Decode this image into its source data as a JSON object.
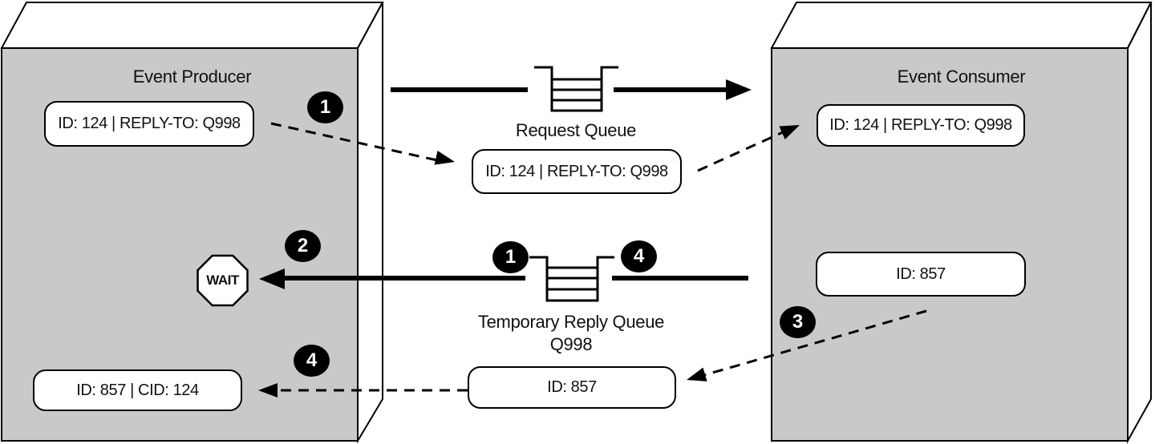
{
  "producer": {
    "title": "Event Producer",
    "request_message": "ID: 124 | REPLY-TO: Q998",
    "wait_label": "WAIT",
    "reply_message": "ID: 857 | CID: 124"
  },
  "consumer": {
    "title": "Event Consumer",
    "request_message": "ID: 124 | REPLY-TO: Q998",
    "reply_message": "ID: 857"
  },
  "request_queue": {
    "label": "Request Queue",
    "message": "ID: 124 | REPLY-TO: Q998"
  },
  "reply_queue": {
    "label": "Temporary Reply Queue",
    "queue_id": "Q998",
    "message": "ID: 857"
  },
  "step_markers": {
    "send_request": "1",
    "wait_for_reply": "2",
    "reply_queue_in": "1",
    "reply_queue_out": "4",
    "send_reply": "3",
    "receive_reply": "4"
  },
  "colors": {
    "component_fill": "#c9c9c9",
    "stroke": "#000000",
    "message_fill": "#ffffff",
    "badge_fill": "#000000",
    "badge_text": "#ffffff"
  }
}
